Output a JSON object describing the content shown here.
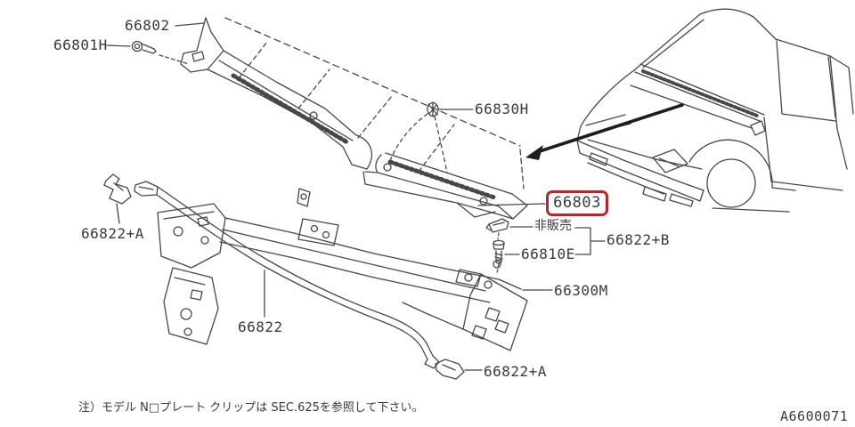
{
  "diagram": {
    "labels": {
      "p66802": "66802",
      "p66801h": "66801H",
      "p66830h": "66830H",
      "p66803": "66803",
      "not_for_sale": "非販売",
      "p66822b": "66822+B",
      "p66810e": "66810E",
      "p66300m": "66300M",
      "p66822a_left": "66822+A",
      "p66822": "66822",
      "p66822a_bottom": "66822+A"
    },
    "highlighted_part": "66803",
    "footnote": "注）モデル N□プレート クリップは SEC.625を参照して下さい。",
    "drawing_code": "A6600071",
    "colors": {
      "line": "#474747",
      "text": "#3a3a3a",
      "highlight_box": "#b8262b"
    }
  }
}
